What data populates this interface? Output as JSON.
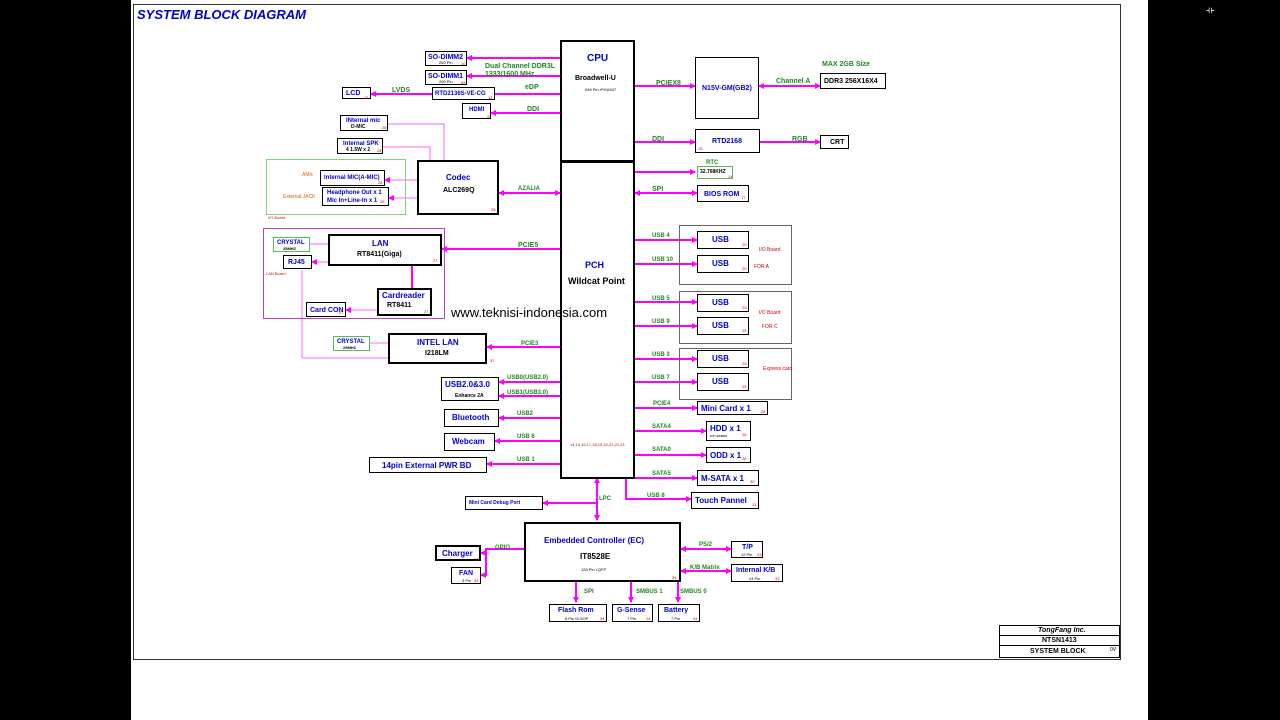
{
  "title": "SYSTEM BLOCK DIAGRAM",
  "watermark": "www.teknisi-indonesia.com",
  "cpu": {
    "title": "CPU",
    "name": "Broadwell-U",
    "pkg": "946 Pin rPGA947"
  },
  "pch": {
    "title": "PCH",
    "name": "Wildcat Point",
    "pins": "14,15,16,17,18,19,20,21,22,23"
  },
  "memory": {
    "dimm2": "SO-DIMM2",
    "dimm1": "SO-DIMM1",
    "pins": "260 Pin",
    "bus": "Dual Channel DDR3L",
    "speed": "1333/1600 MHz"
  },
  "display": {
    "lcd": "LCD",
    "lvds": "LVDS",
    "edp": "eDP",
    "rtd": "RTD2136S-VE-CG",
    "hdmi": "HDMI",
    "ddi": "DDI",
    "crt": "CRT",
    "rgb": "RGB",
    "rtd2168": "RTD2168",
    "ddi2": "DDI"
  },
  "gpu": {
    "name": "N15V-GM(GB2)",
    "link": "PCIEX8",
    "channel": "Channel A",
    "max": "MAX 2GB Size",
    "vram": "DDR3 256X16X4"
  },
  "audio": {
    "mic": "INternal mic",
    "dmic": "D-MIC",
    "spk": "Internal SPK",
    "spk_spec": "4   1.5W x 2",
    "amic": "Internal MIC(A-MIC)",
    "amic_lbl": "AMic",
    "hp1": "Headphone Out x 1",
    "hp2": "Mic In+Line-In x 1",
    "ext": "External JACK",
    "io": "I/O Board",
    "codec": "Codec",
    "codec_chip": "ALC269Q",
    "azalia": "AZALIA"
  },
  "rtc": {
    "label": "RTC",
    "xtal": "32.768KHZ"
  },
  "bios": {
    "spi": "SPI",
    "rom": "BIOS ROM"
  },
  "lan": {
    "crystal": "CRYSTAL",
    "freq": "25MHZ",
    "rj45": "RJ45",
    "board": "LAN Board",
    "title": "LAN",
    "chip": "RT8411(Giga)",
    "pcie": "PCIE5",
    "cr_title": "Cardreader",
    "cr_chip": "RT8411",
    "cardcon": "Card CON"
  },
  "intel_lan": {
    "crystal": "CRYSTAL",
    "freq": "25MHZ",
    "title": "INTEL LAN",
    "chip": "I218LM",
    "pcie": "PCIE3"
  },
  "usb_left": {
    "usb": "USB2.0&3.0",
    "enh": "Enhance 2A",
    "p0": "USB0(USB2.0)",
    "p1": "USB1(USB3.0)",
    "bt": "Bluetooth",
    "usb2": "USB2",
    "webcam": "Webcam",
    "usb6": "USB 6",
    "pwr": "14pin External PWR BD",
    "usb1": "USB 1"
  },
  "usb_right": {
    "usb4": "USB 4",
    "usb10": "USB 10",
    "usb5": "USB 5",
    "usb9": "USB 9",
    "usb3": "USB 3",
    "usb7": "USB 7",
    "usb": "USB",
    "io_a": "I/O Board",
    "for_a": "FOR A",
    "io_c": "I/O Board",
    "for_c": "FOR C",
    "express": "Express card"
  },
  "storage": {
    "pcie4": "PCIE4",
    "minicard": "Mini Card x 1",
    "sata4": "SATA4",
    "hdd": "HDD x 1",
    "hdd_spec": "2.5\" SATAIII",
    "sata0": "SATA0",
    "odd": "ODD x 1",
    "sata5": "SATA5",
    "msata": "M-SATA x 1",
    "usb8": "USB 8",
    "touch": "Touch Pannel"
  },
  "ec": {
    "lpc": "LPC",
    "debug": "Mini Card Debug Port",
    "title": "Embedded Controller (EC)",
    "chip": "IT8528E",
    "pkg": "128 Pin LQFP",
    "gpio": "GPIO",
    "charger": "Charger",
    "fan": "FAN",
    "fan_pins": "3 Pin",
    "ps2": "PS/2",
    "tp": "T/P",
    "tp_pins": "12 Pin",
    "kb_matrix": "K/B Matrix",
    "kb": "Internal K/B",
    "kb_pins": "24 Pin",
    "spi": "SPI",
    "smbus1": "SMBUS 1",
    "smbus0": "SMBUS 0",
    "flash": "Flash Rom",
    "flash_pins": "8 Pin M-SOP",
    "gsense": "G-Sense",
    "gsense_pins": "7 Pin",
    "battery": "Battery",
    "battery_pins": "7 Pin"
  },
  "titleblock": {
    "company": "TongFang Inc.",
    "model": "NTSN1413",
    "sheet": "SYSTEM BLOCK",
    "rev": "0V"
  },
  "colors": {
    "link": "#ff00ff",
    "text_blue": "#0000cc",
    "text_green": "#1a8a1a"
  }
}
